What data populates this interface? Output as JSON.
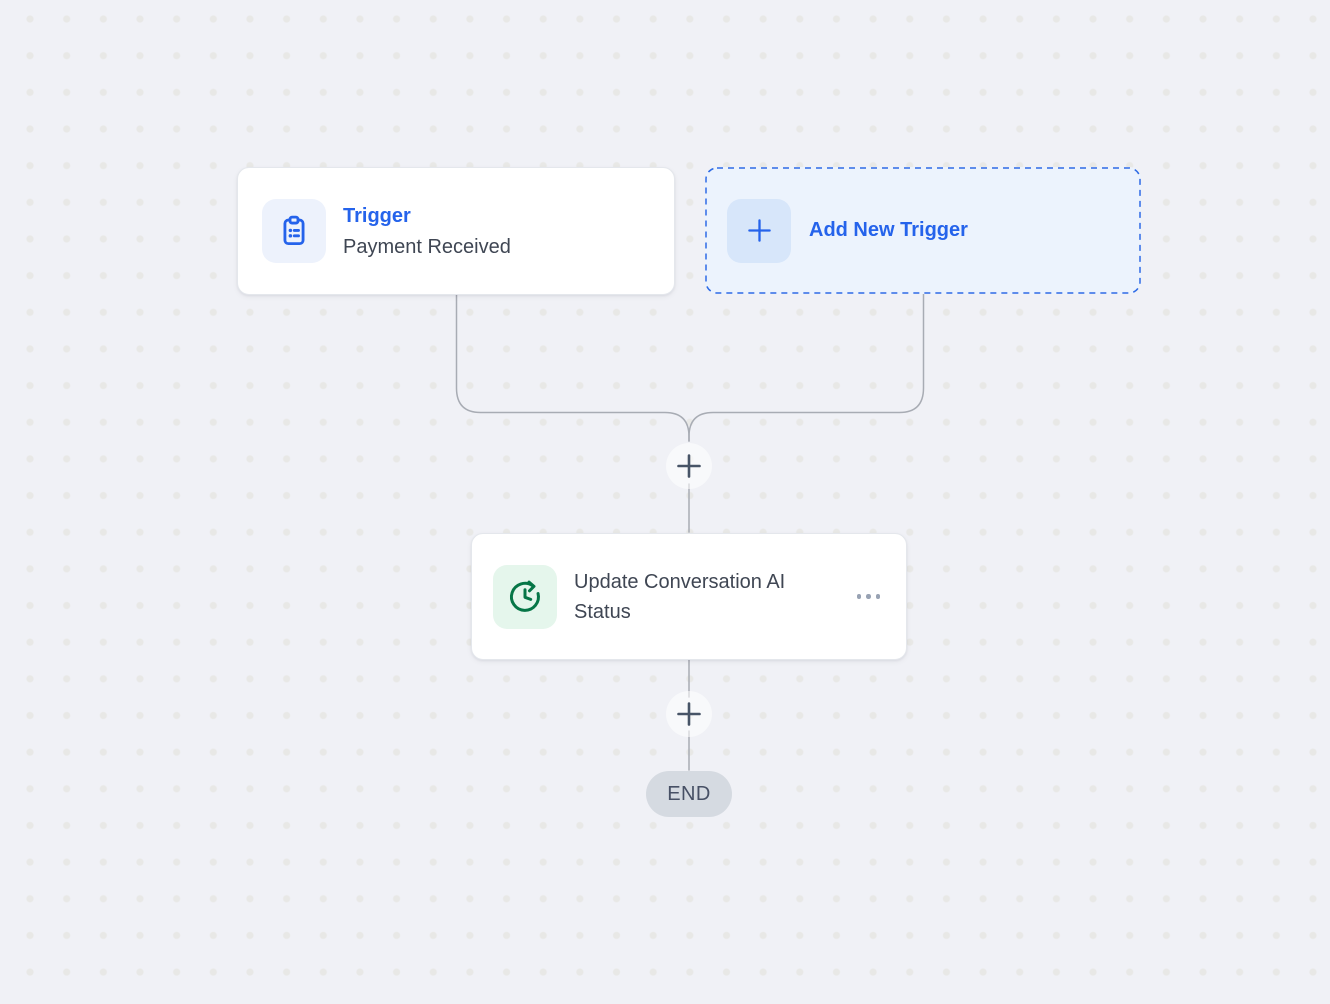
{
  "canvas": {
    "background_color": "#f0f1f6",
    "dot_color": "#e8e8e6",
    "connector_color": "#a8acb4"
  },
  "trigger_card": {
    "title": "Trigger",
    "subtitle": "Payment Received",
    "icon": "clipboard-list-icon",
    "title_color": "#2563eb",
    "icon_color": "#2563eb",
    "icon_bg_color": "#edf2fc"
  },
  "add_trigger_card": {
    "label": "Add New Trigger",
    "icon": "plus-icon",
    "label_color": "#2563eb",
    "background_color": "#ecf3fd",
    "border_color": "#2e6be5",
    "icon_bg_color": "#d7e6fa"
  },
  "action_card": {
    "title": "Update Conversation AI Status",
    "icon": "clock-history-icon",
    "icon_color": "#067647",
    "icon_bg_color": "#e5f6ec",
    "menu_icon": "ellipsis-icon"
  },
  "add_step": {
    "symbol": "+",
    "color": "#475467"
  },
  "end_node": {
    "label": "END",
    "background_color": "#d5dae1",
    "text_color": "#475065"
  }
}
